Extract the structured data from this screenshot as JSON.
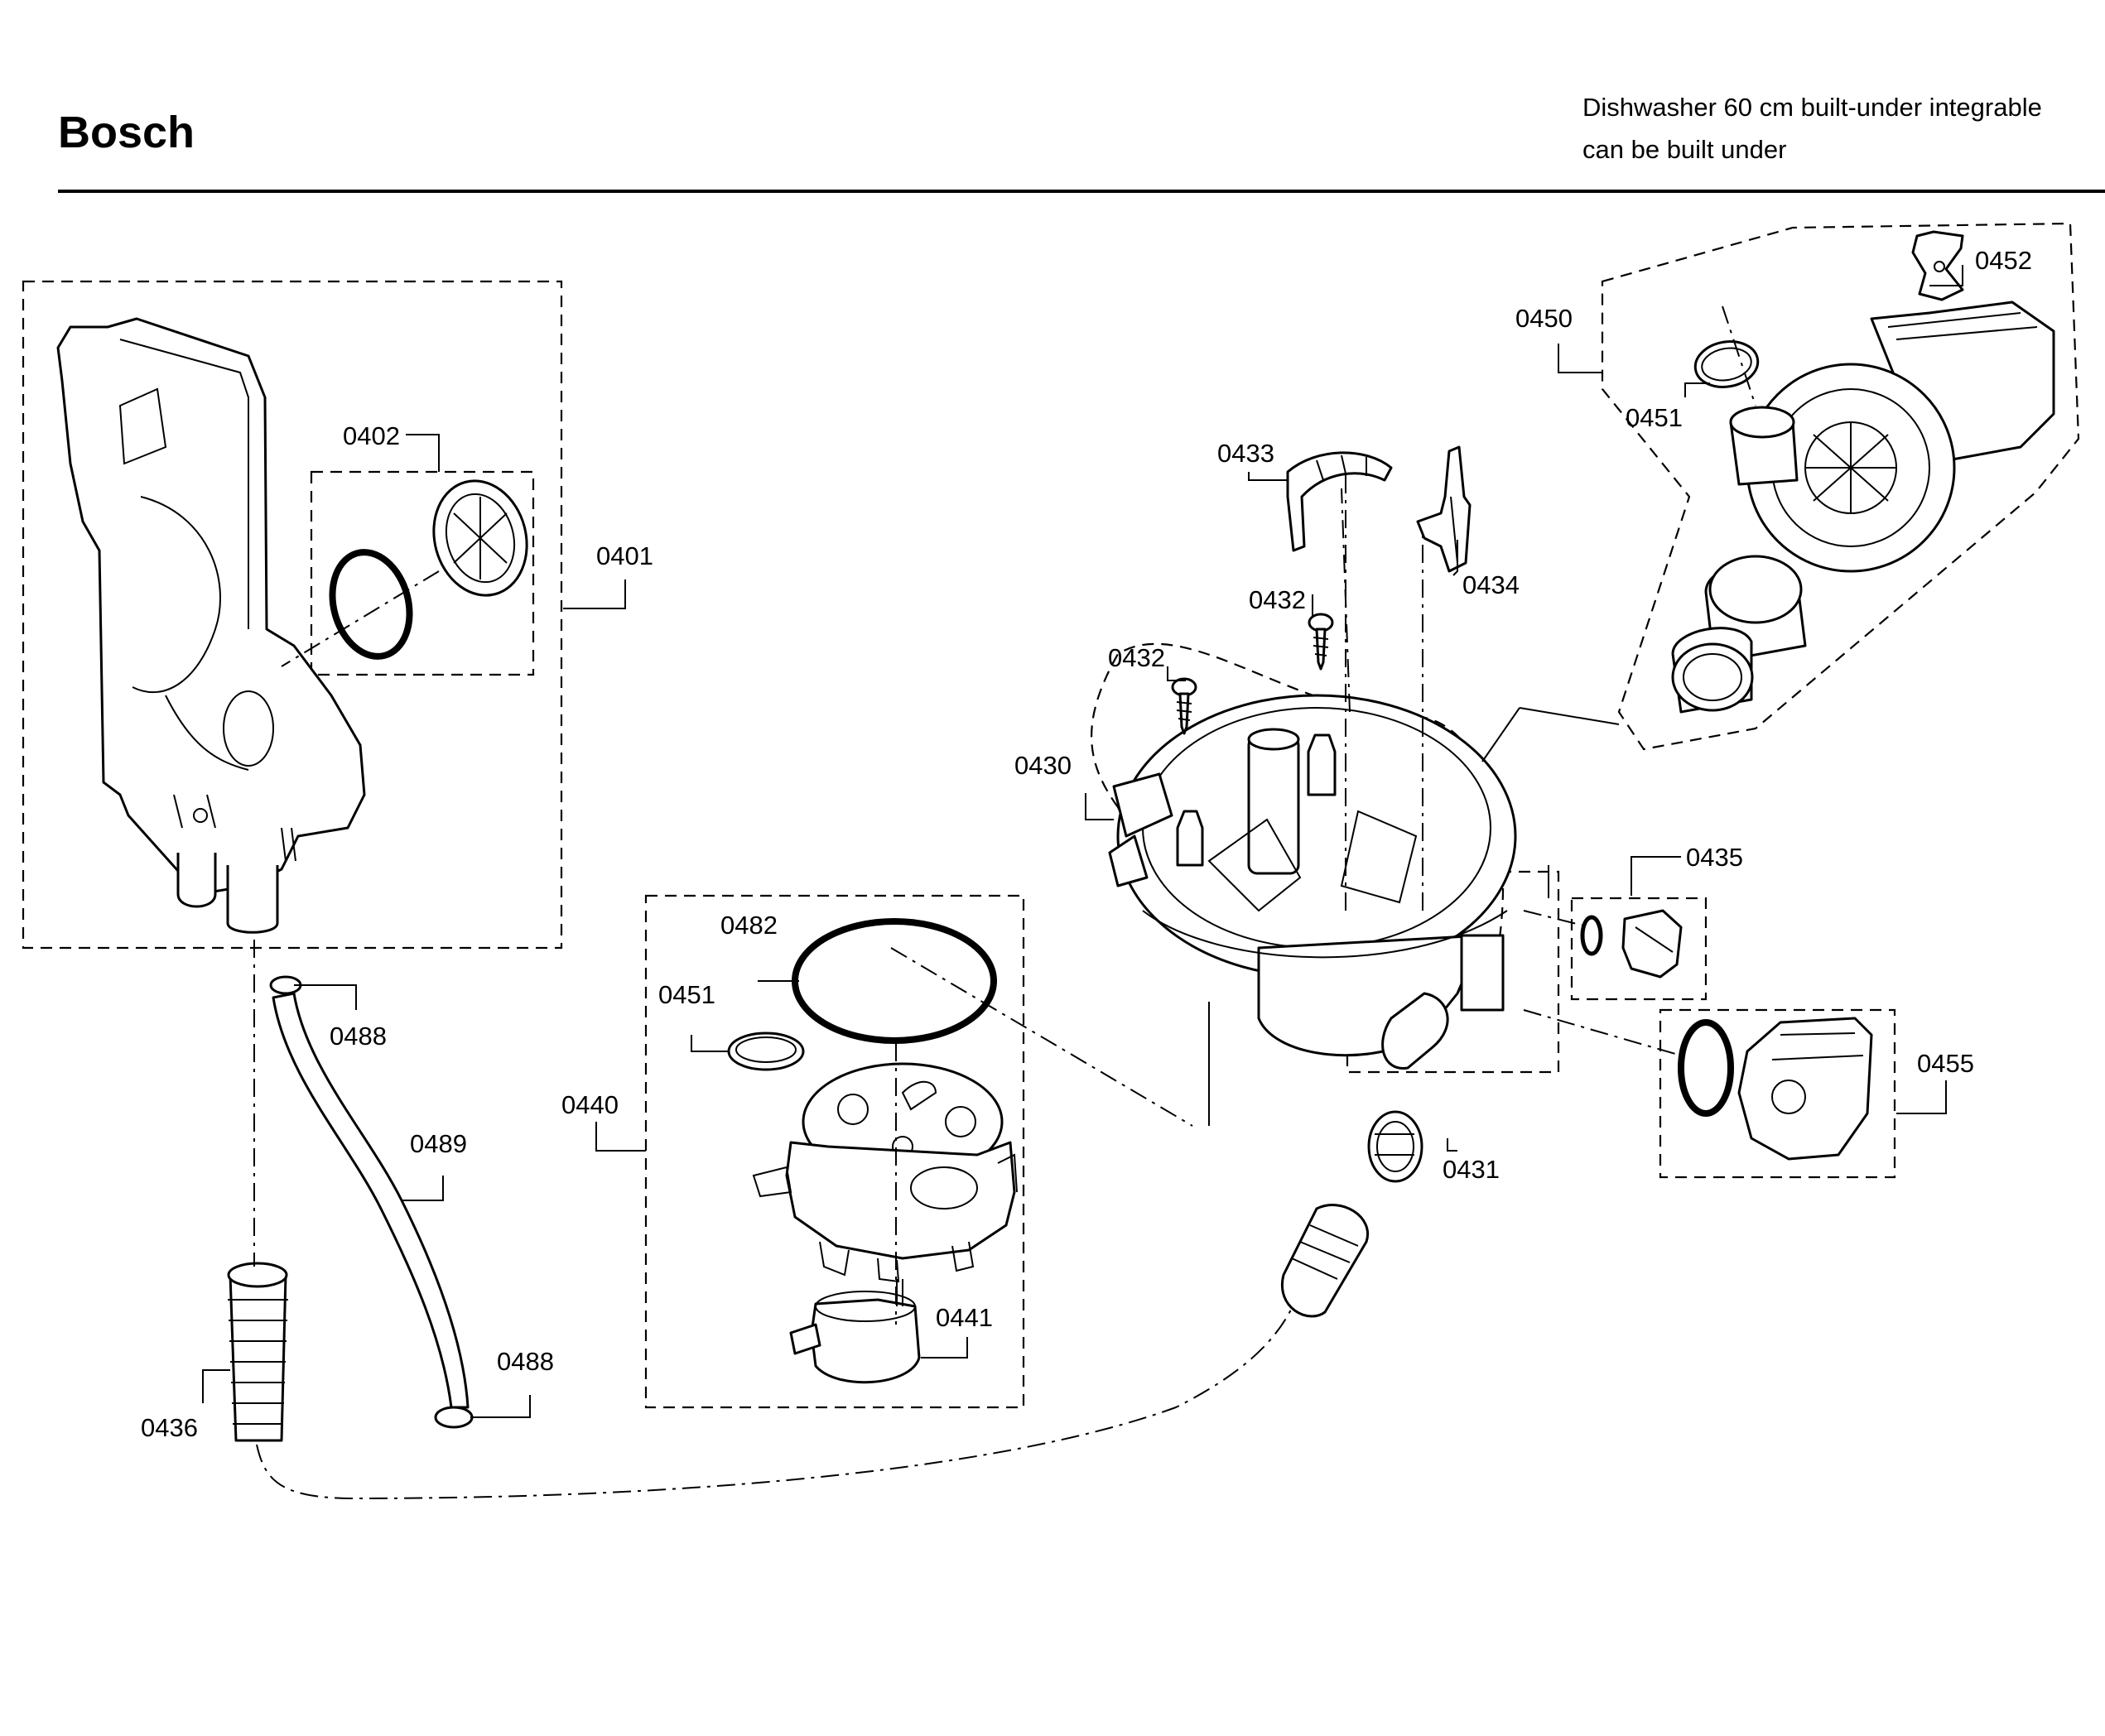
{
  "header": {
    "brand": "Bosch",
    "subtitle_line1": "Dishwasher 60 cm built-under integrable",
    "subtitle_line2": "can be built under"
  },
  "parts": {
    "p0401": "0401",
    "p0402": "0402",
    "p0430": "0430",
    "p0431": "0431",
    "p0432a": "0432",
    "p0432b": "0432",
    "p0433": "0433",
    "p0434": "0434",
    "p0435": "0435",
    "p0436": "0436",
    "p0440": "0440",
    "p0441": "0441",
    "p0450": "0450",
    "p0451a": "0451",
    "p0451b": "0451",
    "p0452": "0452",
    "p0455": "0455",
    "p0482": "0482",
    "p0488a": "0488",
    "p0488b": "0488",
    "p0489": "0489"
  }
}
